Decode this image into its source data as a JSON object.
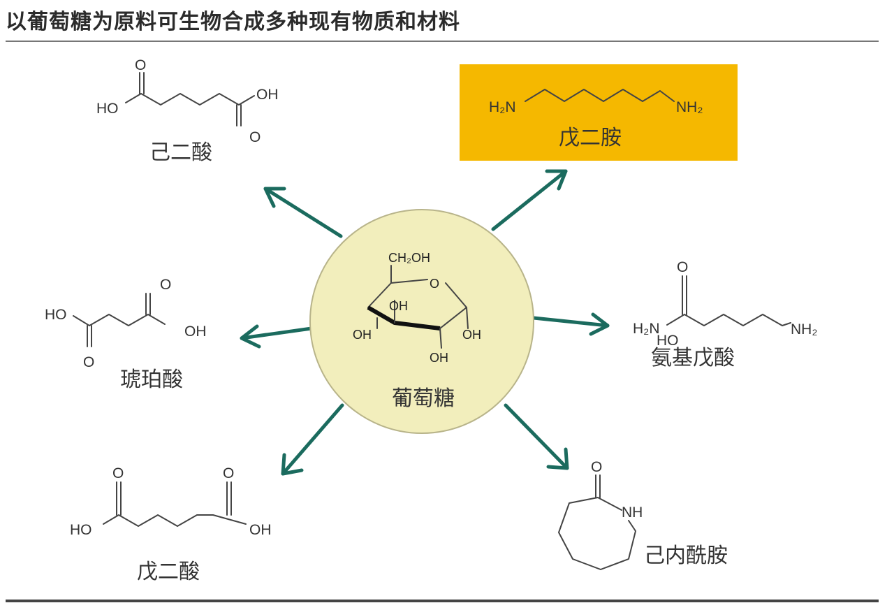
{
  "title": "以葡萄糖为原料可生物合成多种现有物质和材料",
  "center": {
    "name": "葡萄糖",
    "fill": "#f2eebc",
    "atoms": {
      "ch2oh": "CH₂OH",
      "ring_o": "O",
      "oh1": "OH",
      "oh2": "OH",
      "oh3": "OH",
      "oh4": "OH"
    }
  },
  "adipic_acid": {
    "name": "己二酸",
    "atoms": {
      "o_top": "O",
      "ho_left": "HO",
      "oh_right": "OH",
      "o_bottom": "O"
    }
  },
  "pentanediamine": {
    "name": "戊二胺",
    "highlight": "#f5b800",
    "atoms": {
      "left": "H₂N",
      "right": "NH₂"
    }
  },
  "succinic_acid": {
    "name": "琥珀酸",
    "atoms": {
      "o_top": "O",
      "ho_left": "HO",
      "oh_right": "OH",
      "o_bottom": "O"
    }
  },
  "aminovaleric_acid": {
    "name": "氨基戊酸",
    "atoms": {
      "o_top": "O",
      "h2n_left": "H₂N",
      "ho_overlap": "HO",
      "nh2_right": "NH₂"
    }
  },
  "glutaric_acid": {
    "name": "戊二酸",
    "atoms": {
      "o_top_left": "O",
      "o_top_right": "O",
      "ho_left": "HO",
      "oh_right": "OH"
    }
  },
  "caprolactam": {
    "name": "己内酰胺",
    "atoms": {
      "o_top": "O",
      "nh": "NH"
    }
  },
  "colors": {
    "arrow": "#1b6b5e",
    "bond": "#444444"
  }
}
